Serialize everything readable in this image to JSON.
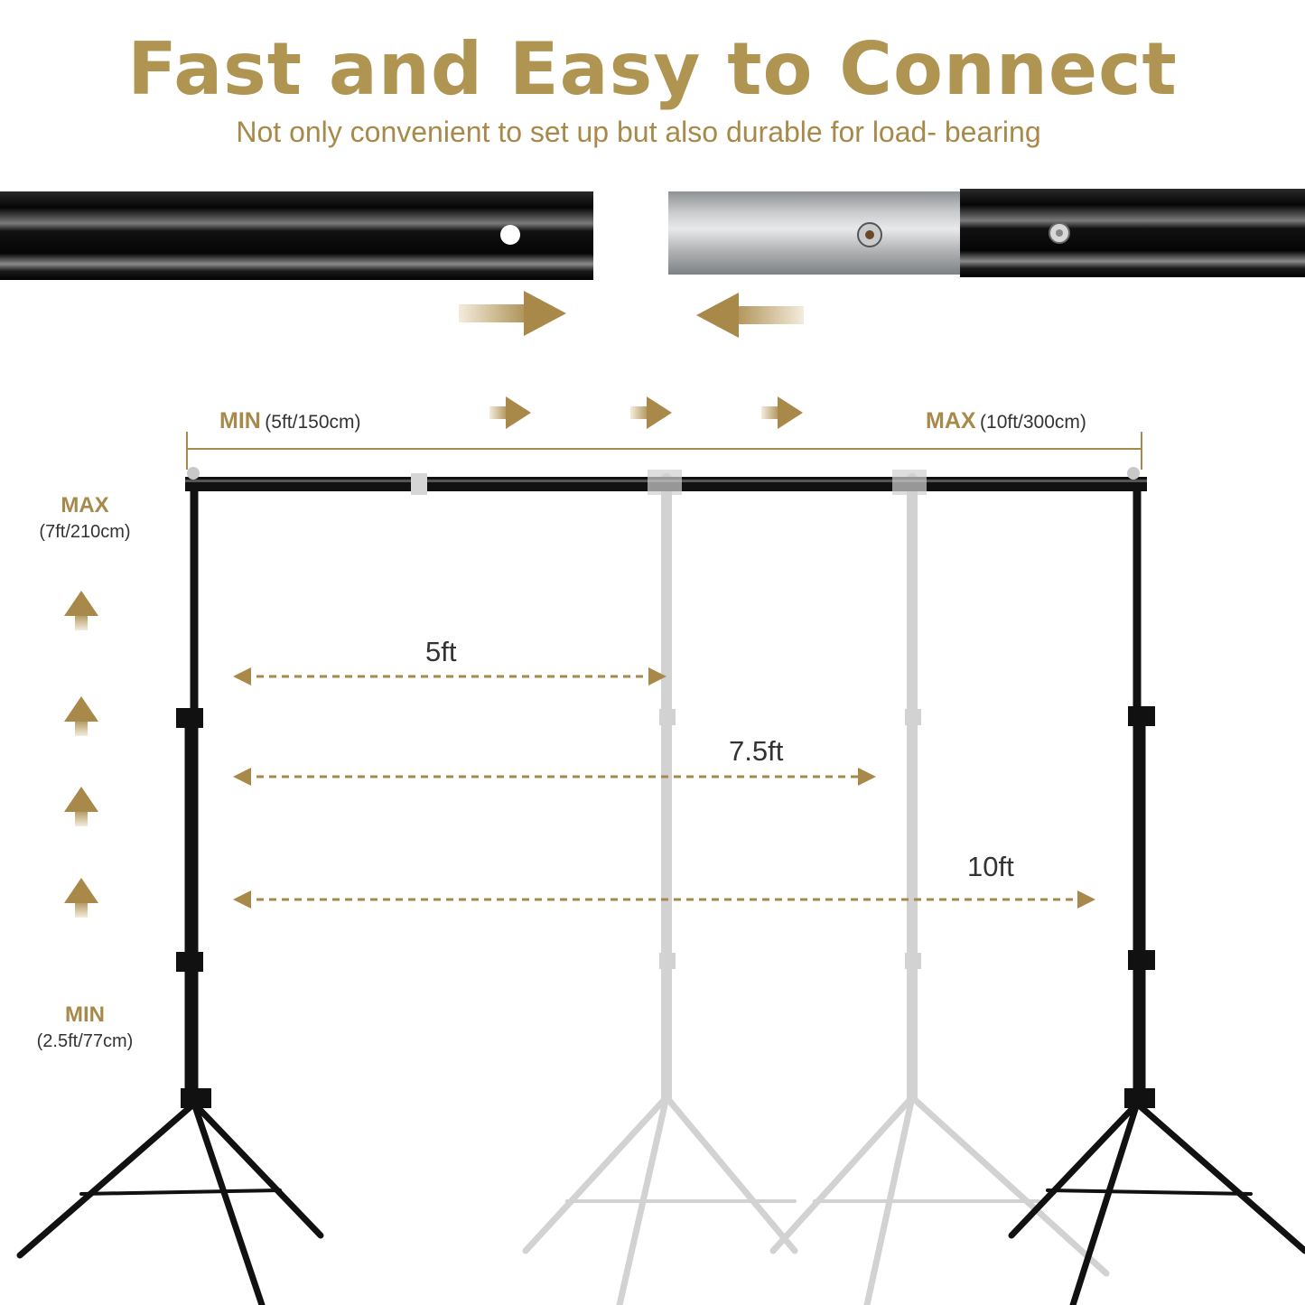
{
  "header": {
    "title": "Fast and Easy to Connect",
    "subtitle": "Not only convenient to set up but also durable for load- bearing"
  },
  "width_range": {
    "min_label": "MIN",
    "min_value": "(5ft/150cm)",
    "max_label": "MAX",
    "max_value": "(10ft/300cm)"
  },
  "height_range": {
    "max_label": "MAX",
    "max_value": "(7ft/210cm)",
    "min_label": "MIN",
    "min_value": "(2.5ft/77cm)"
  },
  "widths": [
    "5ft",
    "7.5ft",
    "10ft"
  ],
  "colors": {
    "gold": "#a8894a",
    "gold_light": "#efe6d2",
    "tube_black": "#111111",
    "tube_silver": "#b9bbbd",
    "faded_stand": "#d2d2d2"
  }
}
